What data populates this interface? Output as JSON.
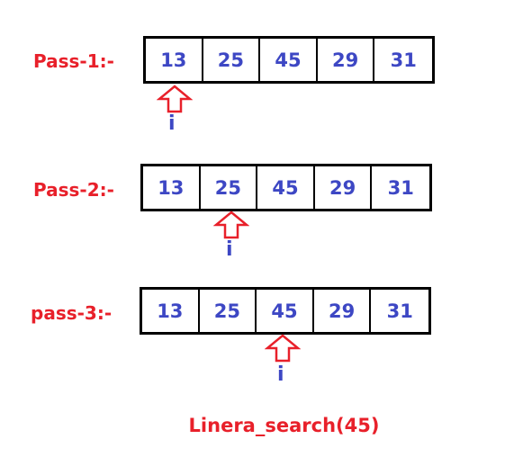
{
  "passes": [
    {
      "label": "Pass-1:-",
      "values": [
        "13",
        "25",
        "45",
        "29",
        "31"
      ],
      "pointer_label": "i"
    },
    {
      "label": "Pass-2:-",
      "values": [
        "13",
        "25",
        "45",
        "29",
        "31"
      ],
      "pointer_label": "i"
    },
    {
      "label": "pass-3:-",
      "values": [
        "13",
        "25",
        "45",
        "29",
        "31"
      ],
      "pointer_label": "i"
    }
  ],
  "caption": "Linera_search(45)",
  "colors": {
    "label_red": "#e8202a",
    "value_blue": "#3d47c4",
    "arrow_red": "#e8202a",
    "border": "#000000"
  },
  "icons": {
    "pointer": "up-arrow-outline-icon"
  }
}
